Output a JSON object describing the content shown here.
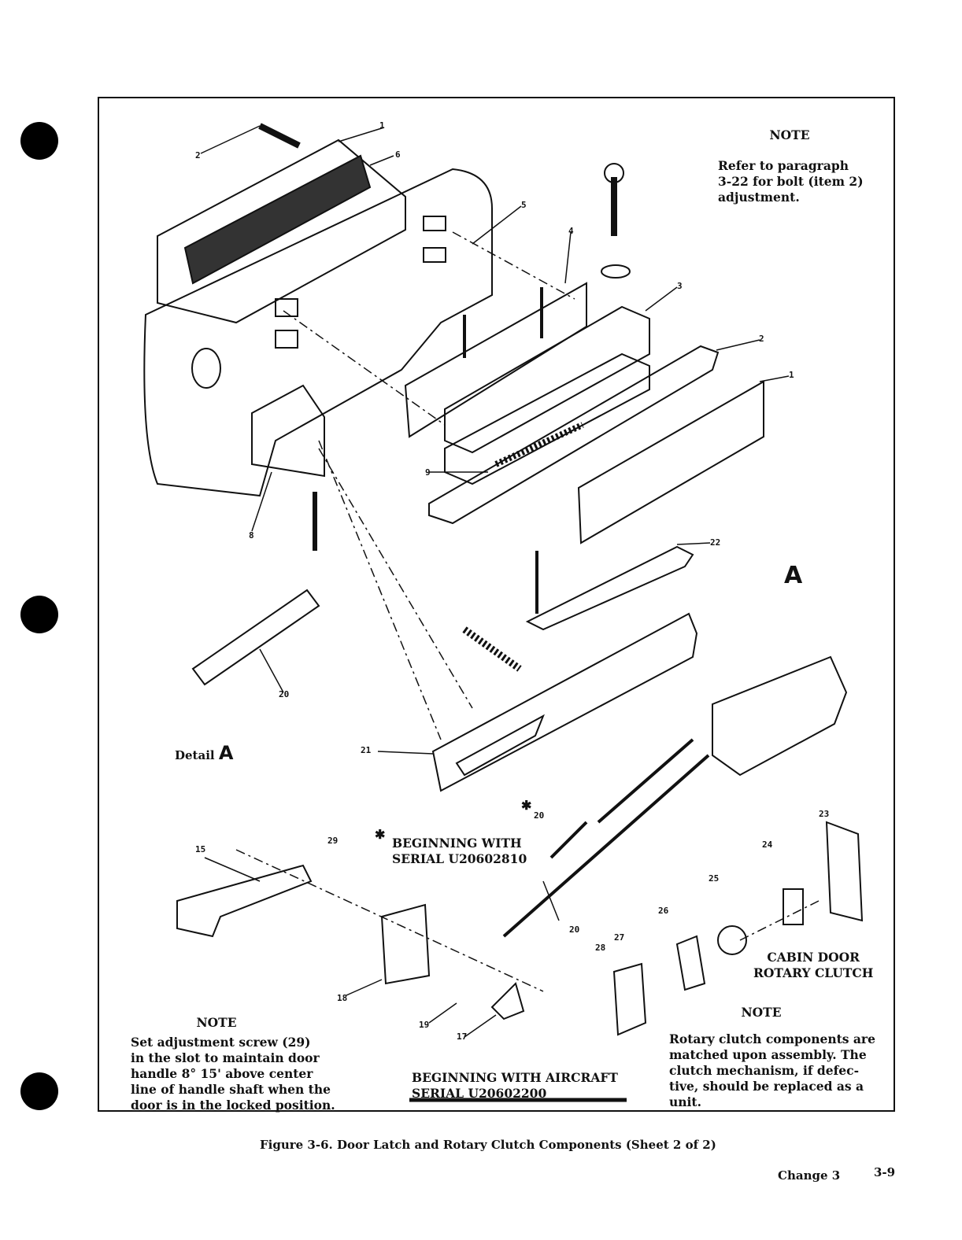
{
  "note_top": {
    "title": "NOTE",
    "body": "Refer to paragraph\n3-22 for bolt (item 2)\nadjustment."
  },
  "note_bottom_left": {
    "title": "NOTE",
    "body": "Set adjustment screw (29)\nin the slot to maintain door\nhandle 8° 15' above center\nline of handle shaft when the\ndoor is in the locked position."
  },
  "note_bottom_right": {
    "title": "NOTE",
    "body": "Rotary clutch components are\nmatched upon assembly. The\nclutch mechanism, if defec-\ntive, should be replaced as a\nunit."
  },
  "serial_note_1": "BEGINNING WITH\nSERIAL U20602810",
  "serial_note_2_line1": "BEGINNING WITH AIRCRAFT",
  "serial_note_2_line2": "SERIAL U20602200",
  "rotary_clutch_label": "CABIN DOOR\nROTARY CLUTCH",
  "detail_label": "Detail",
  "detail_letter": "A",
  "detail_letter_big": "A",
  "asterisk": "✱",
  "callouts": [
    "1",
    "2",
    "6",
    "5",
    "4",
    "3",
    "2",
    "1",
    "9",
    "8",
    "22",
    "20",
    "21",
    "20",
    "20",
    "15",
    "29",
    "18",
    "19",
    "17",
    "28",
    "27",
    "26",
    "25",
    "24",
    "23"
  ],
  "figure_caption": "Figure 3-6.  Door Latch and Rotary Clutch Components (Sheet 2 of 2)",
  "footer_change": "Change 3",
  "footer_page": "3-9"
}
